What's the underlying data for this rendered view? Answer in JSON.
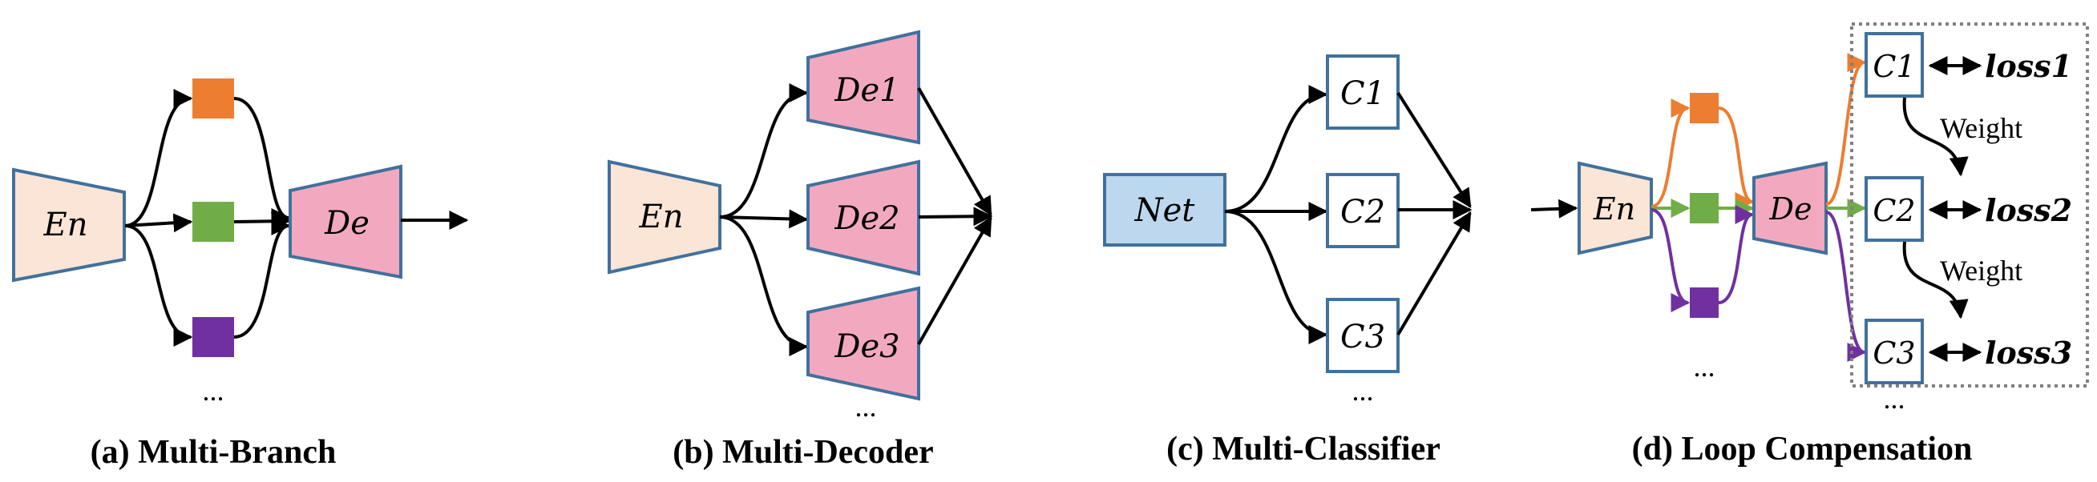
{
  "colors": {
    "trapezoid_encoder": "#fbe5d6",
    "trapezoid_decoder": "#f2a9c0",
    "box_border": "#41719c",
    "net_fill": "#bdd7ee",
    "orange": "#ed7d31",
    "green": "#70ad47",
    "purple": "#7030a0"
  },
  "panel_a": {
    "encoder_label": "En",
    "decoder_label": "De",
    "ellipsis": "...",
    "caption": "(a) Multi-Branch"
  },
  "panel_b": {
    "encoder_label": "En",
    "decoders": [
      "De1",
      "De2",
      "De3"
    ],
    "ellipsis": "...",
    "caption": "(b) Multi-Decoder"
  },
  "panel_c": {
    "net_label": "Net",
    "classifiers": [
      "C1",
      "C2",
      "C3"
    ],
    "ellipsis": "...",
    "caption": "(c) Multi-Classifier"
  },
  "panel_d": {
    "encoder_label": "En",
    "decoder_label": "De",
    "classifiers": [
      "C1",
      "C2",
      "C3"
    ],
    "losses": [
      "loss1",
      "loss2",
      "loss3"
    ],
    "weight_labels": [
      "Weight",
      "Weight"
    ],
    "ellipsis_left": "...",
    "ellipsis_right": "...",
    "caption": "(d) Loop Compensation"
  }
}
